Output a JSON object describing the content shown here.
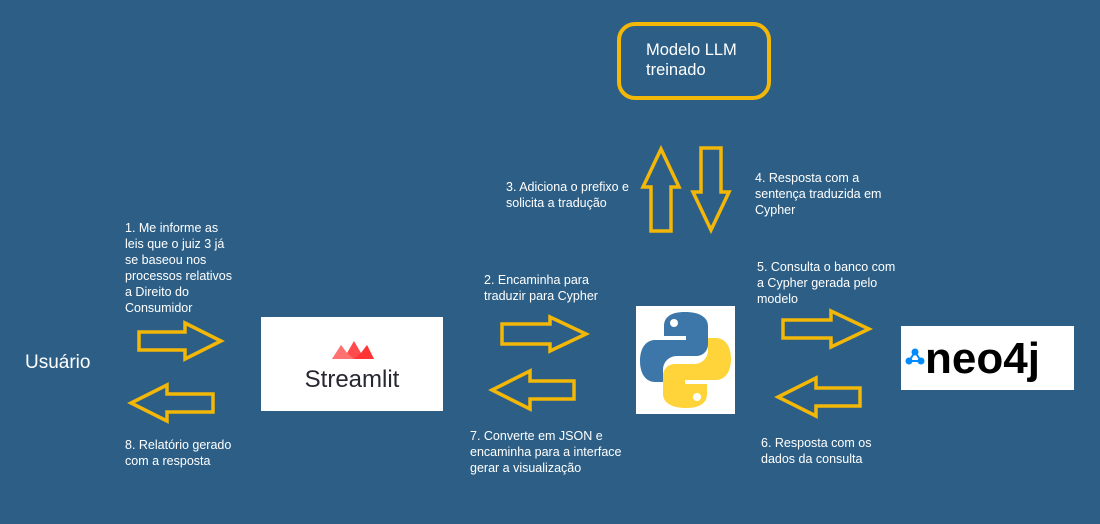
{
  "user_label": "Usuário",
  "llm_box": {
    "label": "Modelo LLM\ntreinado"
  },
  "logos": {
    "streamlit": {
      "name": "Streamlit",
      "icon": "streamlit-crown-icon"
    },
    "python": {
      "icon": "python-logo-icon"
    },
    "neo4j": {
      "name": "neo4j",
      "icon": "neo4j-logo-icon"
    }
  },
  "steps": {
    "s1": "1. Me informe as\nleis que o juiz 3 já\nse baseou nos\nprocessos relativos\na Direito do\nConsumidor",
    "s2": "2. Encaminha para\ntraduzir para Cypher",
    "s3": "3. Adiciona o prefixo e\nsolicita a tradução",
    "s4": "4. Resposta com a\nsentença traduzida em\nCypher",
    "s5": "5. Consulta o banco com\na Cypher gerada pelo\nmodelo",
    "s6": "6. Resposta com os\ndados da consulta",
    "s7": "7. Converte em JSON e\nencaminha para a interface\ngerar a visualização",
    "s8": "8. Relatório gerado\ncom a resposta"
  },
  "colors": {
    "background": "#2d5f86",
    "arrow": "#f2b707",
    "streamlit_red": "#ff4b4b",
    "python_blue": "#3d77a9",
    "python_yellow": "#ffd43b",
    "neo4j_blue": "#018bff"
  }
}
